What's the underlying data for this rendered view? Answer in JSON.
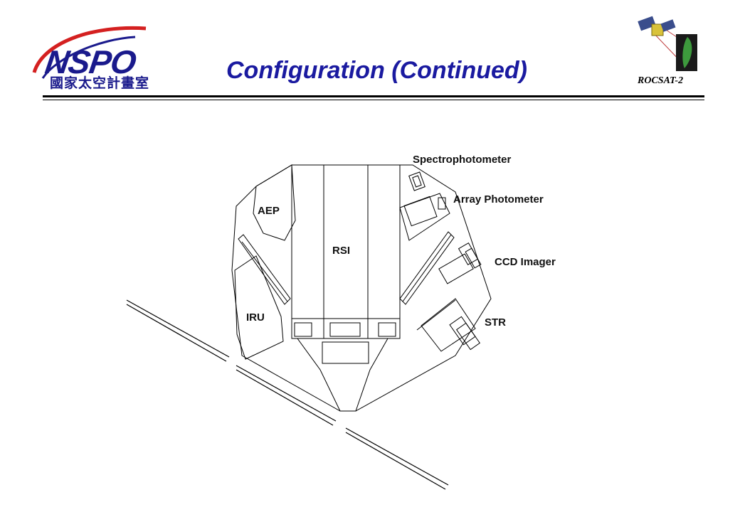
{
  "header": {
    "logo_text": "NSPO",
    "logo_subtitle": "國家太空計畫室",
    "title": "Configuration (Continued)",
    "mission": "ROCSAT-2"
  },
  "diagram": {
    "labels": {
      "spectrophotometer": "Spectrophotometer",
      "array_photometer": "Array Photometer",
      "aep": "AEP",
      "rsi": "RSI",
      "ccd_imager": "CCD Imager",
      "iru": "IRU",
      "str": "STR"
    }
  },
  "colors": {
    "title": "#1a1aa0",
    "logo_blue": "#1a1a8c",
    "logo_swoosh": "#d42020",
    "line": "#000000"
  }
}
